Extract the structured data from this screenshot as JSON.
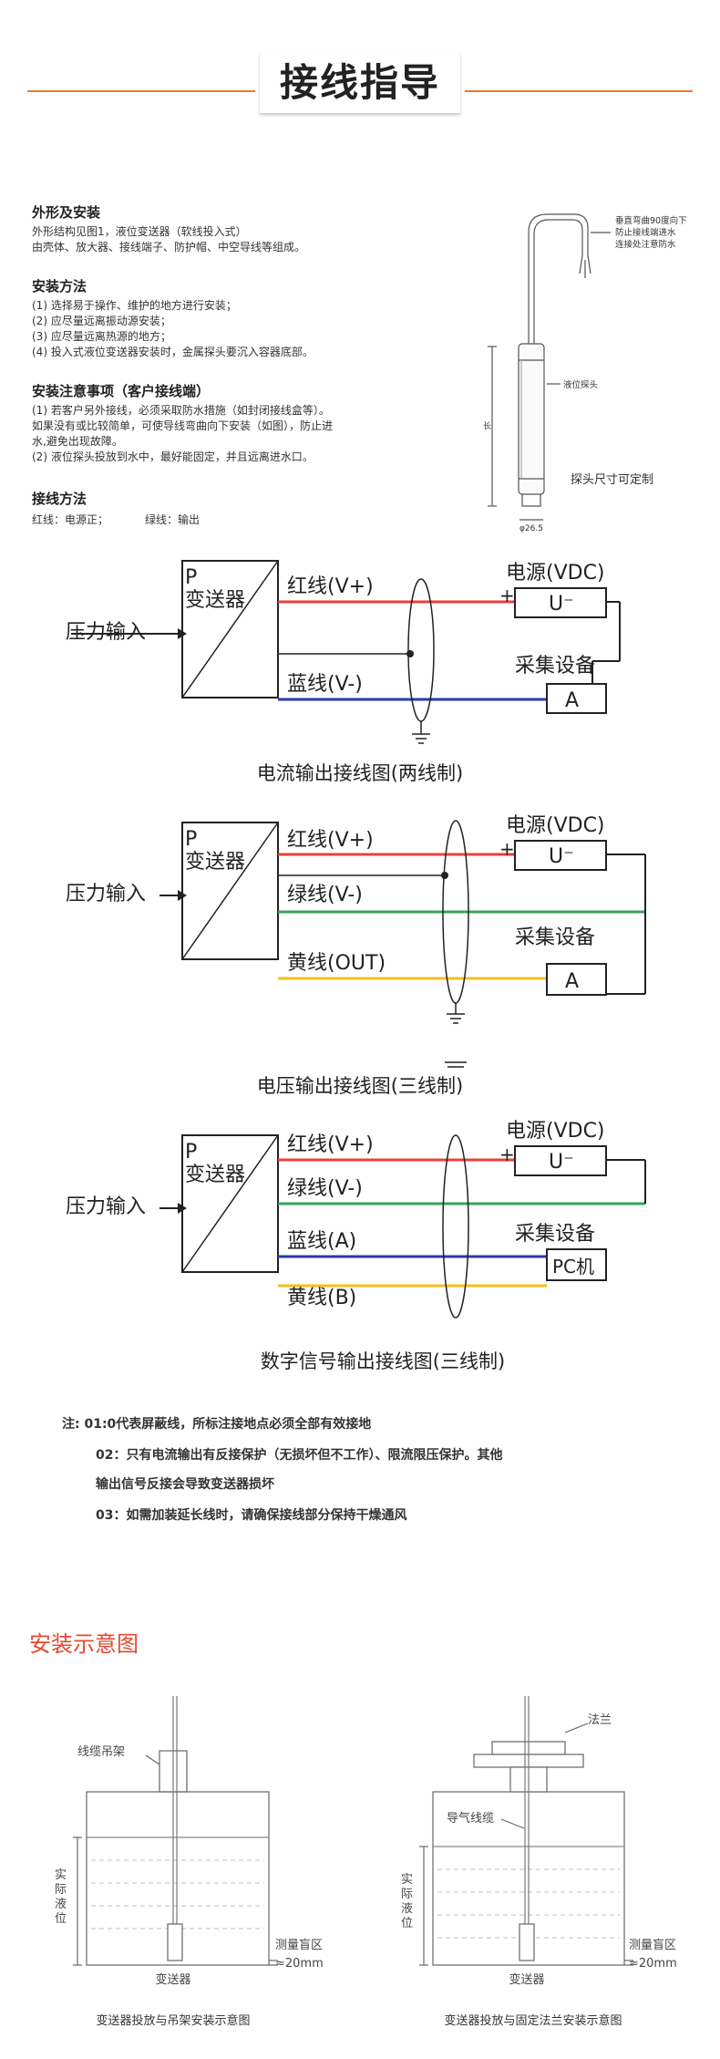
{
  "header": {
    "title": "接线指导"
  },
  "intro": {
    "sec1_title": "外形及安装",
    "sec1_lines": [
      "外形结构见图1，液位变送器（软线投入式）",
      "由壳体、放大器、接线端子、防护帽、中空导线等组成。"
    ],
    "sec2_title": "安装方法",
    "sec2_lines": [
      "(1) 选择易于操作、维护的地方进行安装；",
      "(2) 应尽量远离振动源安装；",
      "(3) 应尽量远离热源的地方；",
      "(4) 投入式液位变送器安装时，金属探头要沉入容器底部。"
    ],
    "sec3_title": "安装注意事项（客户接线端）",
    "sec3_lines": [
      "(1) 若客户另外接线，必须采取防水措施（如封闭接线盒等）。",
      "如果没有或比较简单，可使导线弯曲向下安装（如图），防止进",
      "水,避免出现故障。",
      "(2) 液位探头投放到水中，最好能固定，并且远离进水口。"
    ],
    "sec4_title": "接线方法",
    "sec4_line1": "红线：电源正；",
    "sec4_line2": "绿线：输出"
  },
  "probe": {
    "note1": "垂直弯曲90度向下",
    "note2": "防止接线端进水",
    "note3": "连接处注意防水",
    "probe_label": "液位探头",
    "dim_h": "长",
    "dim_d": "φ26.5",
    "custom_text": "探头尺寸可定制"
  },
  "diagrams": [
    {
      "caption": "电流输出接线图(两线制)",
      "input_label": "压力输入",
      "box_line1": "P",
      "box_line2": "变送器",
      "wires": [
        "红线(V+)",
        "蓝线(V-)"
      ],
      "source_label": "电源(VDC)",
      "plus": "+",
      "source_symbol": "U⁻",
      "device_label": "采集设备",
      "device_symbol": "A"
    },
    {
      "caption": "电压输出接线图(三线制)",
      "input_label": "压力输入",
      "box_line1": "P",
      "box_line2": "变送器",
      "wires": [
        "红线(V+)",
        "绿线(V-)",
        "黄线(OUT)"
      ],
      "source_label": "电源(VDC)",
      "plus": "+",
      "source_symbol": "U⁻",
      "device_label": "采集设备",
      "device_symbol": "A"
    },
    {
      "caption": "数字信号输出接线图(三线制)",
      "input_label": "压力输入",
      "box_line1": "P",
      "box_line2": "变送器",
      "wires": [
        "红线(V+)",
        "绿线(V-)",
        "蓝线(A)",
        "黄线(B)"
      ],
      "source_label": "电源(VDC)",
      "plus": "+",
      "source_symbol": "U⁻",
      "device_label": "采集设备",
      "device_symbol": "PC机"
    }
  ],
  "notes": {
    "line1": "注:  01:0代表屏蔽线，所标注接地点必须全部有效接地",
    "line2": "02：只有电流输出有反接保护（无损坏但不工作）、限流限压保护。其他",
    "line3": "输出信号反接会导致变送器损坏",
    "line4": "03：如需加装延长线时，请确保接线部分保持干燥通风"
  },
  "install": {
    "title": "安装示意图",
    "left": {
      "hanger_label": "线缆吊架",
      "level_label": [
        "实",
        "际",
        "液",
        "位"
      ],
      "blind_label": "测量盲区",
      "blind_value": "≈20mm",
      "transmitter_label": "变送器",
      "caption": "变送器投放与吊架安装示意图"
    },
    "right": {
      "flange_label": "法兰",
      "cable_label": "导气线缆",
      "level_label": [
        "实",
        "际",
        "液",
        "位"
      ],
      "blind_label": "测量盲区",
      "blind_value": "≈20mm",
      "transmitter_label": "变送器",
      "caption": "变送器投放与固定法兰安装示意图"
    }
  },
  "colors": {
    "accent": "#ee7a2e",
    "red": "#e8403a",
    "green": "#3aa35a",
    "blue": "#2a3aa8",
    "yellow": "#f2c21a",
    "install_title": "#e5492f"
  }
}
